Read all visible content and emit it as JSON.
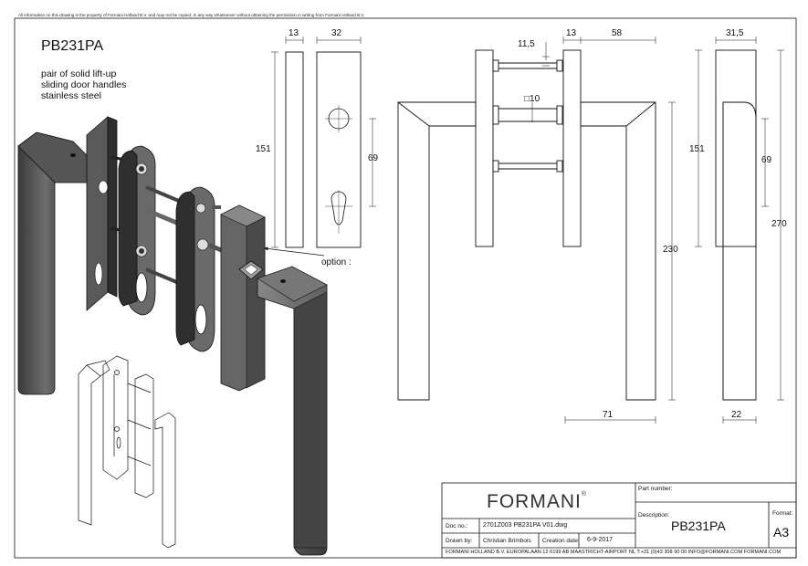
{
  "notice": "All information on this drawing is the property of Formani Holland B.V. and may not be copied, in any way whatsoever without obtaining the permission in writing from Formani Holland B.V.",
  "product": {
    "code": "PB231PA",
    "description_lines": [
      "pair of solid lift-up",
      "sliding door handles",
      "stainless steel"
    ]
  },
  "callouts": {
    "option": "option :"
  },
  "dimensions": {
    "side_width": "13",
    "plate_width": "32",
    "plate_height": "151",
    "hole_spacing": "69",
    "spacer_offset": "11,5",
    "side_width_2": "13",
    "projection": "58",
    "square_bar": "□10",
    "handle_height": "230",
    "handle_depth": "71",
    "right_width": "31,5",
    "right_plate_height": "151",
    "right_hole_spacing": "69",
    "total_height": "270",
    "grip_width": "22"
  },
  "title_block": {
    "brand": "FORMANI",
    "brand_mark": "®",
    "part_number_label": "Part number:",
    "description_label": "Description:",
    "description_value": "PB231PA",
    "format_label": "Format:",
    "format_value": "A3",
    "doc_no_label": "Doc no.:",
    "doc_no_value": "2701Z003 PB231PA V01.dwg",
    "drawn_by_label": "Drawn by:",
    "drawn_by_value": "Christian Brimbois",
    "creation_date_label": "Creation date:",
    "creation_date_value": "6-9-2017",
    "footer": "FORMANI HOLLAND B.V.  EUROPALAAN 12  6199 AB MAASTRICHT-AIRPORT NL  T:+31 (0)43 308 90 00 INFO@FORMANI.COM FORMANI.COM"
  }
}
